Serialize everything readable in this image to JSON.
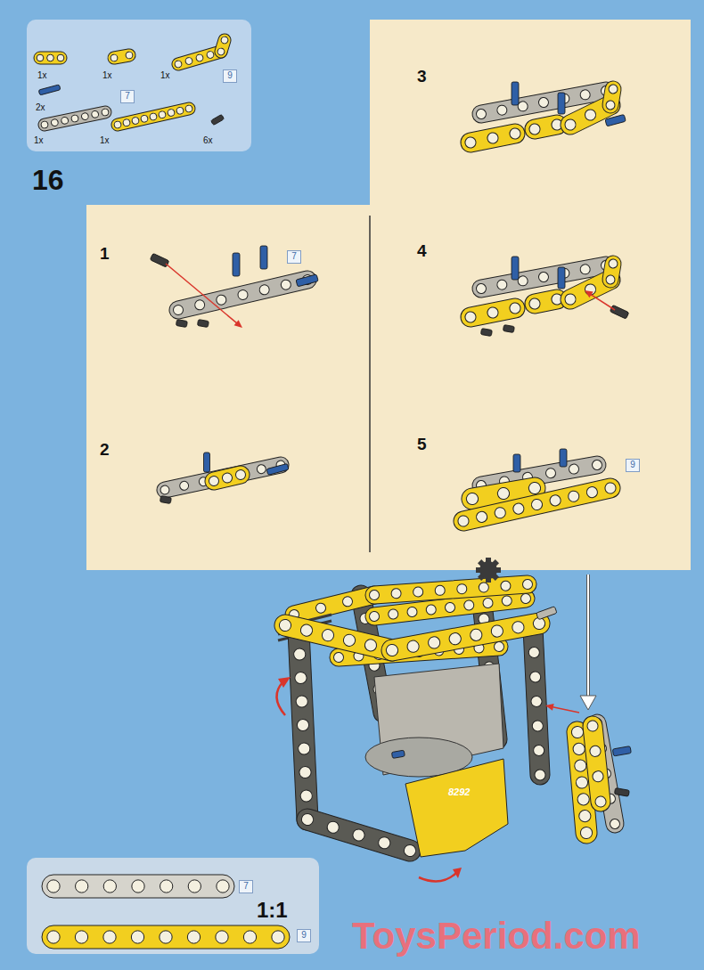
{
  "diagram": {
    "nodes": [
      {
        "text": [
          "1x",
          "1x",
          "1x",
          "2x",
          "1x",
          "1x",
          "6x"
        ]
      },
      {
        "text": [
          "9"
        ],
        "in": 0
      },
      {
        "text": [
          "7"
        ],
        "in": 0
      },
      {
        "text": [
          "1",
          "2",
          "3",
          "4",
          "5"
        ]
      },
      {
        "text": [
          "7"
        ],
        "in": 3
      },
      {
        "text": [
          "9"
        ],
        "in": 3
      },
      {
        "text": [
          "1:1"
        ]
      },
      {
        "text": [
          "7"
        ],
        "in": 6
      },
      {
        "text": [
          "9"
        ],
        "in": 6
      }
    ],
    "labels": [
      "16",
      "8292",
      "ToysPeriod.com"
    ]
  }
}
